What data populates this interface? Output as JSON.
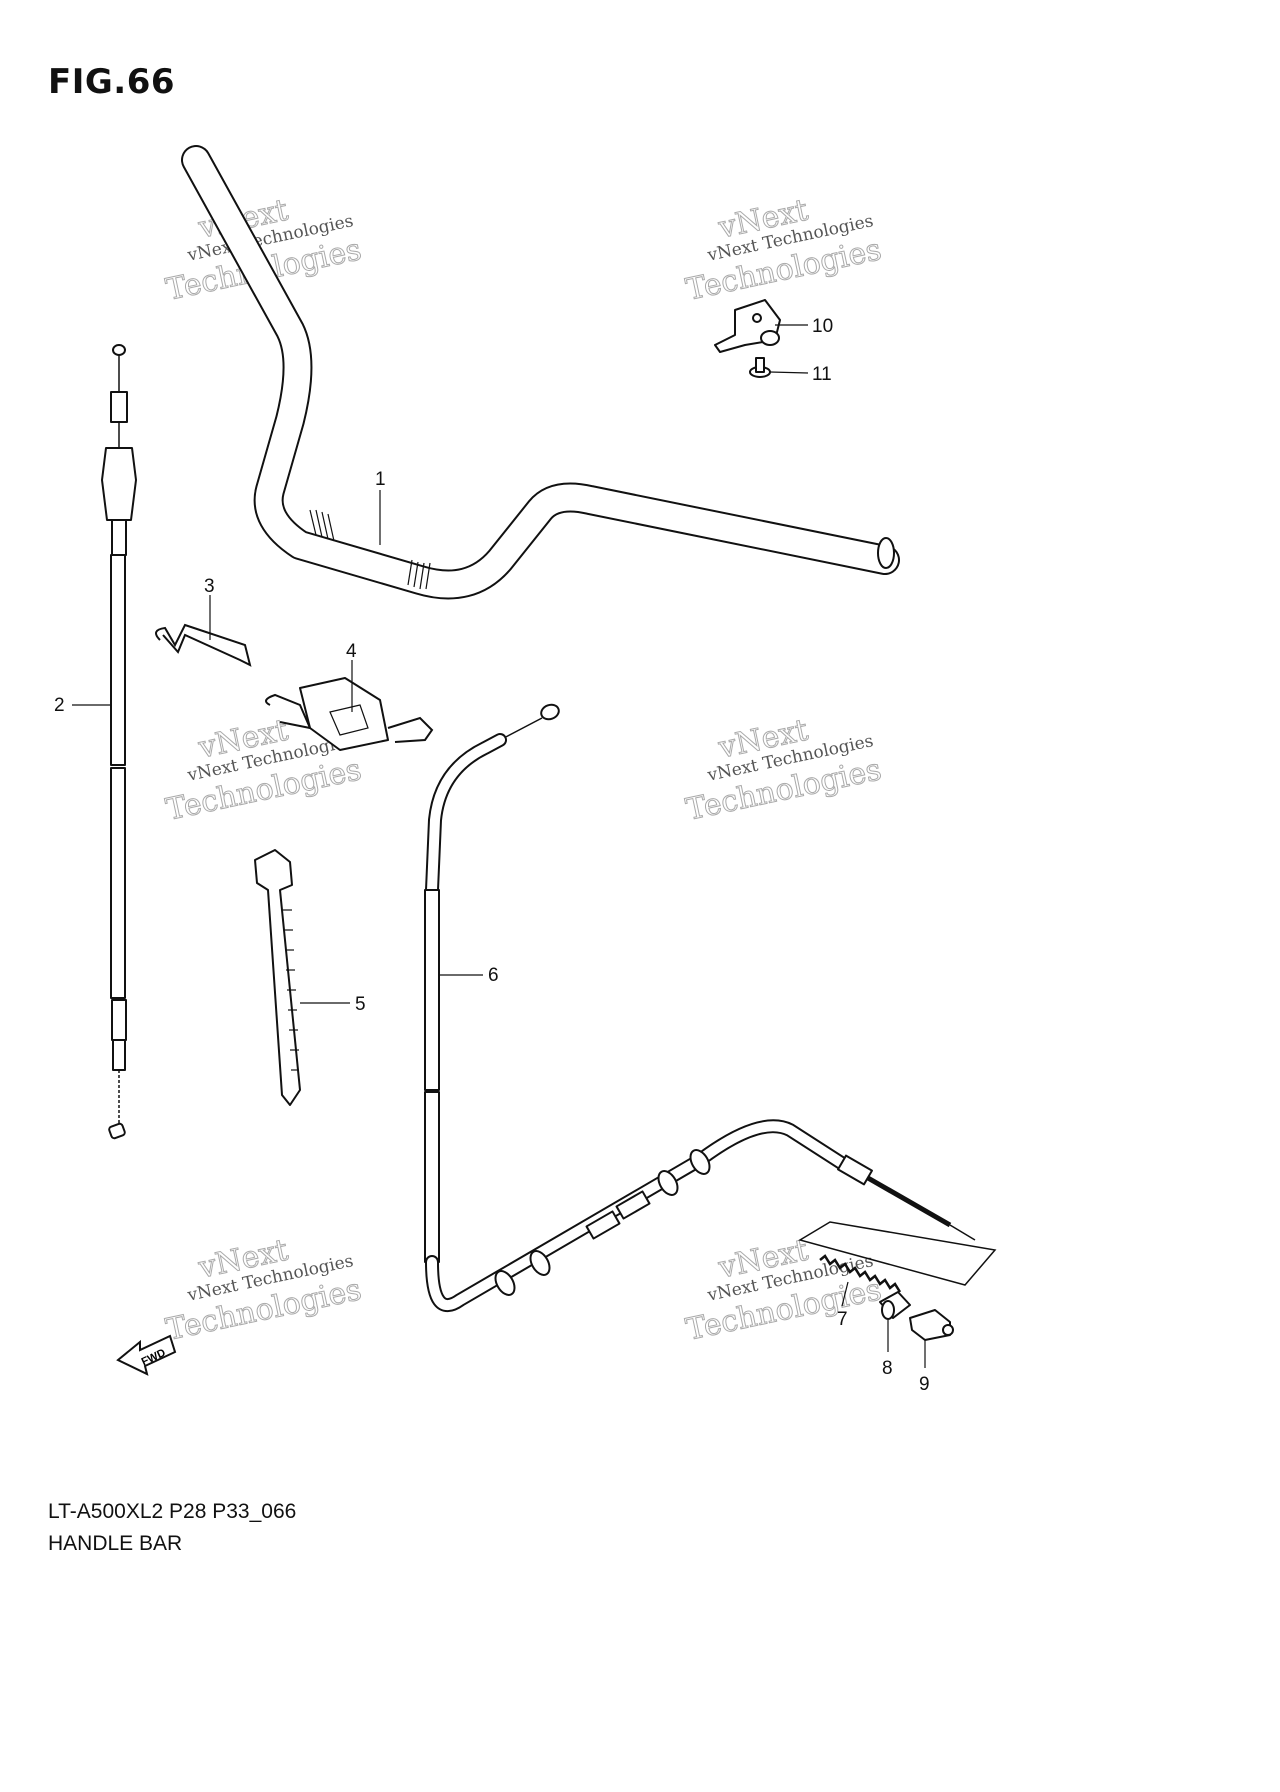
{
  "figure": {
    "title": "FIG.66"
  },
  "footer": {
    "model_code": "LT-A500XL2 P28 P33_066",
    "section_name": "HANDLE BAR"
  },
  "callouts": [
    "1",
    "2",
    "3",
    "4",
    "5",
    "6",
    "7",
    "8",
    "9",
    "10",
    "11"
  ],
  "watermark": {
    "line1": "vNext",
    "line2": "vNext Technologies",
    "line3": "Technologies"
  },
  "direction_marker": {
    "label": "FWD"
  }
}
